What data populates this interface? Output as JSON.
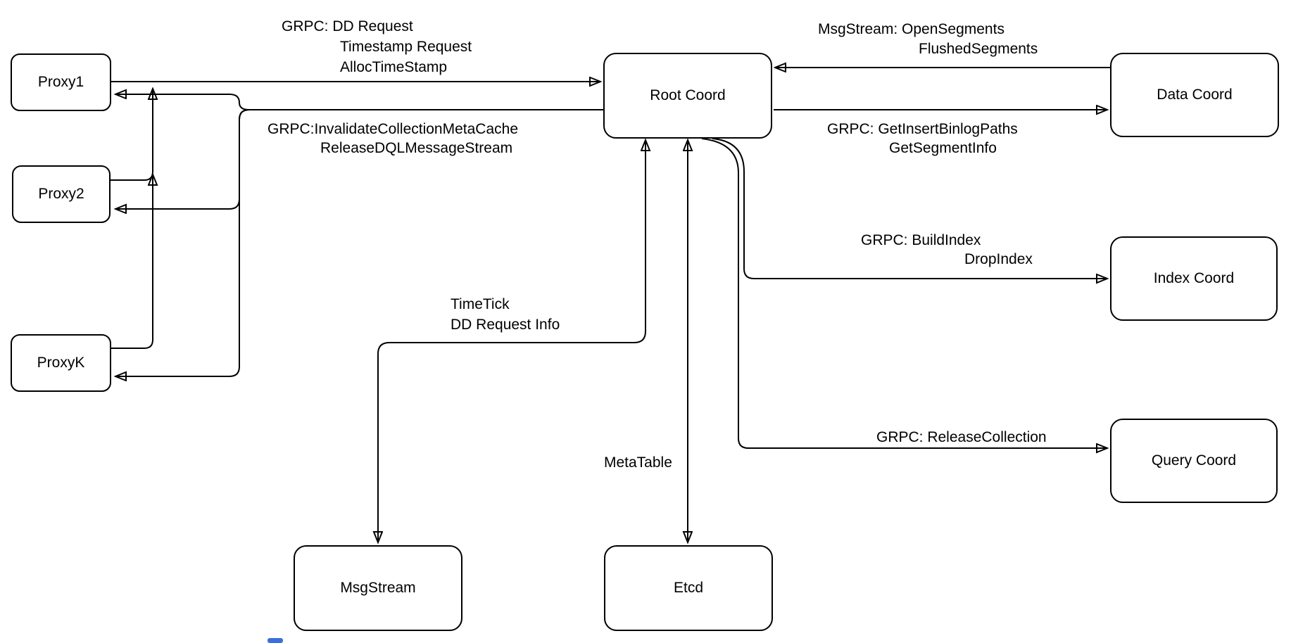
{
  "diagram": {
    "nodes": {
      "proxy1": "Proxy1",
      "proxy2": "Proxy2",
      "proxyk": "ProxyK",
      "root_coord": "Root Coord",
      "data_coord": "Data Coord",
      "index_coord": "Index Coord",
      "query_coord": "Query Coord",
      "msgstream": "MsgStream",
      "etcd": "Etcd"
    },
    "edge_labels": {
      "proxy_to_root": [
        "GRPC: DD Request",
        "Timestamp Request",
        "AllocTimeStamp"
      ],
      "root_to_proxy": [
        "GRPC:InvalidateCollectionMetaCache",
        "ReleaseDQLMessageStream"
      ],
      "data_to_root": [
        "MsgStream: OpenSegments",
        "FlushedSegments"
      ],
      "root_to_data": [
        "GRPC: GetInsertBinlogPaths",
        "GetSegmentInfo"
      ],
      "root_to_index": [
        "GRPC: BuildIndex",
        "DropIndex"
      ],
      "root_to_query": [
        "GRPC: ReleaseCollection"
      ],
      "root_to_msgstream": [
        "TimeTick",
        "DD Request Info"
      ],
      "root_to_etcd": [
        "MetaTable"
      ]
    },
    "colors": {
      "stroke": "#000000",
      "background": "#ffffff"
    }
  }
}
